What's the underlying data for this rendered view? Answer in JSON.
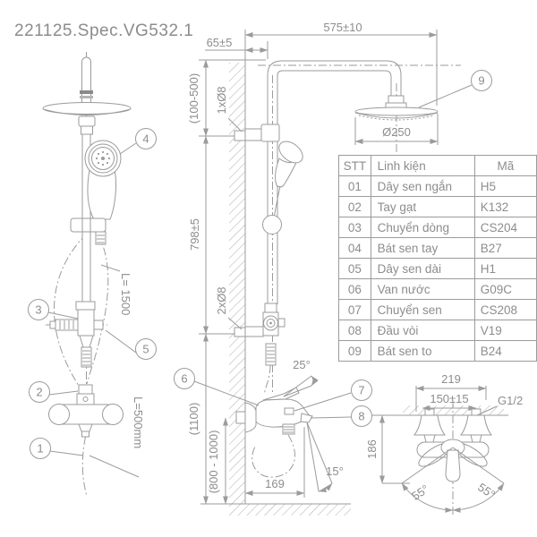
{
  "title": "221125.Spec.VG532.1",
  "colors": {
    "line": "#9b9b9b",
    "text": "#8d8d8d",
    "background": "#ffffff"
  },
  "callouts": {
    "c1": "1",
    "c2": "2",
    "c3": "3",
    "c4": "4",
    "c5": "5",
    "c6": "6",
    "c7": "7",
    "c8": "8",
    "c9": "9"
  },
  "dimensions": {
    "wall_offset": "65±5",
    "arm_reach": "575±10",
    "head_height_range": "(100-500)",
    "top_hole": "1xØ8",
    "head_diameter": "Ø250",
    "bar_length": "798±5",
    "bottom_holes": "2xØ8",
    "handle_lift_angle": "25°",
    "column_height": "(1100)",
    "install_height_range": "(800 - 1000)",
    "spout_reach": "169",
    "spout_angle": "15°",
    "body_width": "219",
    "inlet_distance": "150±15",
    "thread_size": "G1/2",
    "body_drop": "186",
    "swing_left": "55°",
    "swing_right": "55°",
    "long_hose_length": "L= 1500",
    "short_hose_length": "L=500mm"
  },
  "table": {
    "headers": [
      "STT",
      "Linh kiện",
      "Mã"
    ],
    "rows": [
      [
        "01",
        "Dây sen ngắn",
        "H5"
      ],
      [
        "02",
        "Tay gạt",
        "K132"
      ],
      [
        "03",
        "Chuyển dòng",
        "CS204"
      ],
      [
        "04",
        "Bát sen tay",
        "B27"
      ],
      [
        "05",
        "Dây sen dài",
        "H1"
      ],
      [
        "06",
        "Van nước",
        "G09C"
      ],
      [
        "07",
        "Chuyển sen",
        "CS208"
      ],
      [
        "08",
        "Đầu vòi",
        "V19"
      ],
      [
        "09",
        "Bát sen to",
        "B24"
      ]
    ]
  }
}
